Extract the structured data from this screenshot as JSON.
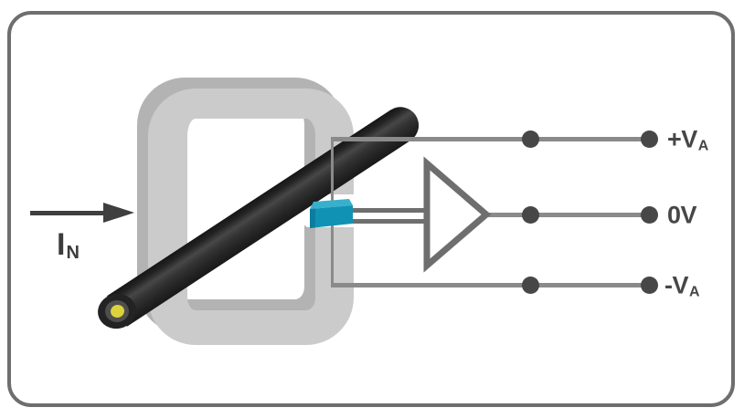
{
  "diagram": {
    "title": "hall-effect-current-sensor-diagram",
    "arrow_label": {
      "main": "I",
      "sub": "N"
    },
    "terminals": [
      {
        "id": "plus-va",
        "main": "+V",
        "sub": "A"
      },
      {
        "id": "zero-v",
        "main": "0V",
        "sub": ""
      },
      {
        "id": "minus-va",
        "main": "-V",
        "sub": "A"
      }
    ],
    "colors": {
      "frame": "#6e6e6e",
      "core_front": "#cbcbcb",
      "core_back": "#b3b3b3",
      "cable_dark": "#222222",
      "cable_highlight": "#474747",
      "conductor_core_yellow": "#dcd23b",
      "hall_sensor_top": "#38b0cc",
      "hall_sensor_front": "#1092b4",
      "hall_sensor_side": "#0b7d9f",
      "signal_line": "#8a8a8a",
      "amplifier": "#6e6e6e",
      "dot": "#474747",
      "label": "#474747"
    }
  }
}
